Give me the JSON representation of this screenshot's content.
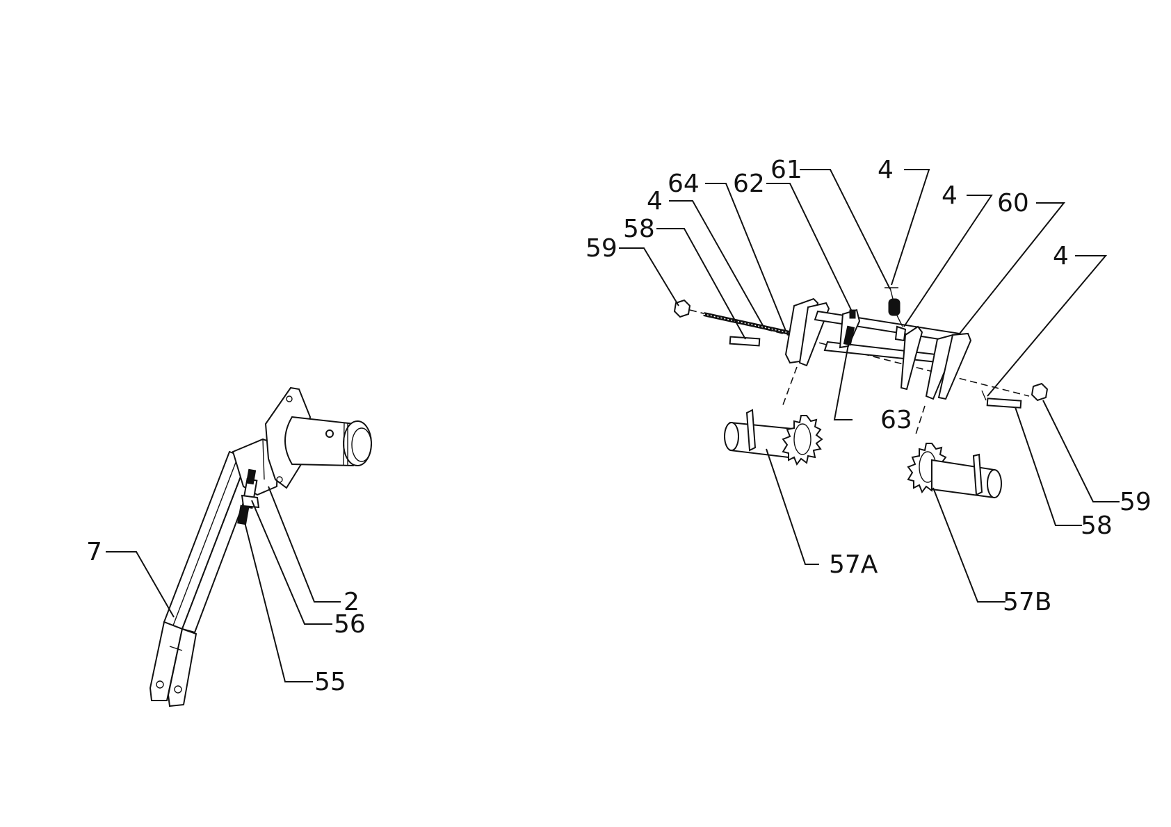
{
  "diagram": {
    "callouts": {
      "c7": "7",
      "c2": "2",
      "c56": "56",
      "c55": "55",
      "c59a": "59",
      "c58a": "58",
      "c4a": "4",
      "c64": "64",
      "c62": "62",
      "c61": "61",
      "c4b": "4",
      "c4c": "4",
      "c60": "60",
      "c4d": "4",
      "c63": "63",
      "c57a": "57A",
      "c57b": "57B",
      "c59b": "59",
      "c58b": "58"
    }
  }
}
